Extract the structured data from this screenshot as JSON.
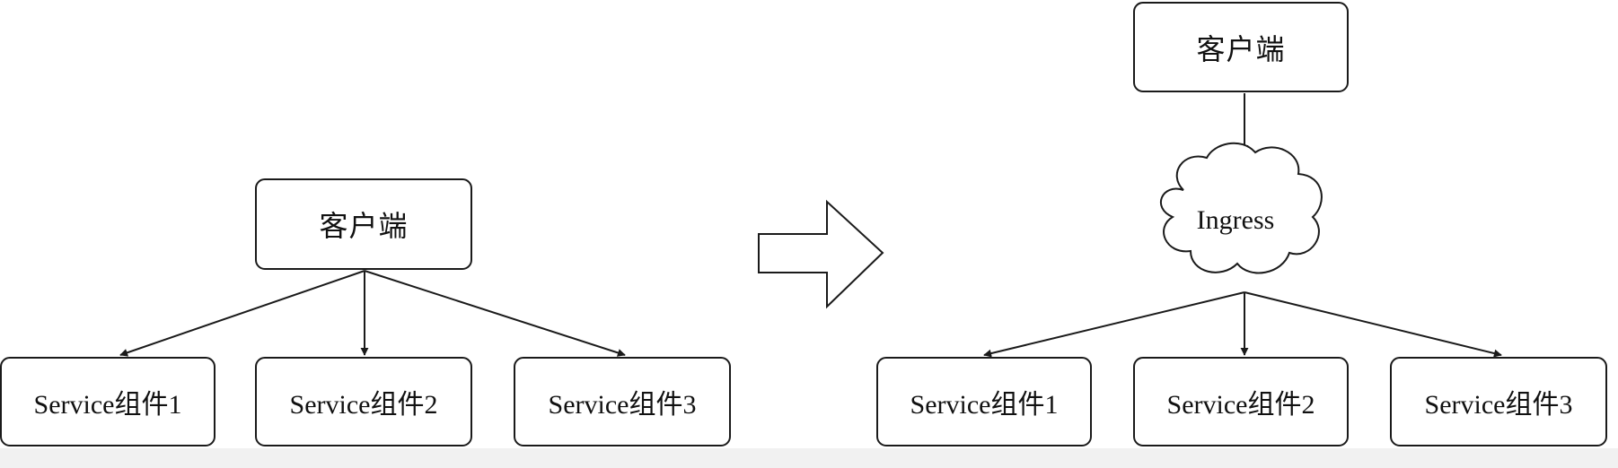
{
  "left_diagram": {
    "client_label": "客户端",
    "services": [
      "Service组件1",
      "Service组件2",
      "Service组件3"
    ]
  },
  "right_diagram": {
    "client_label": "客户端",
    "ingress_label": "Ingress",
    "services": [
      "Service组件1",
      "Service组件2",
      "Service组件3"
    ]
  }
}
